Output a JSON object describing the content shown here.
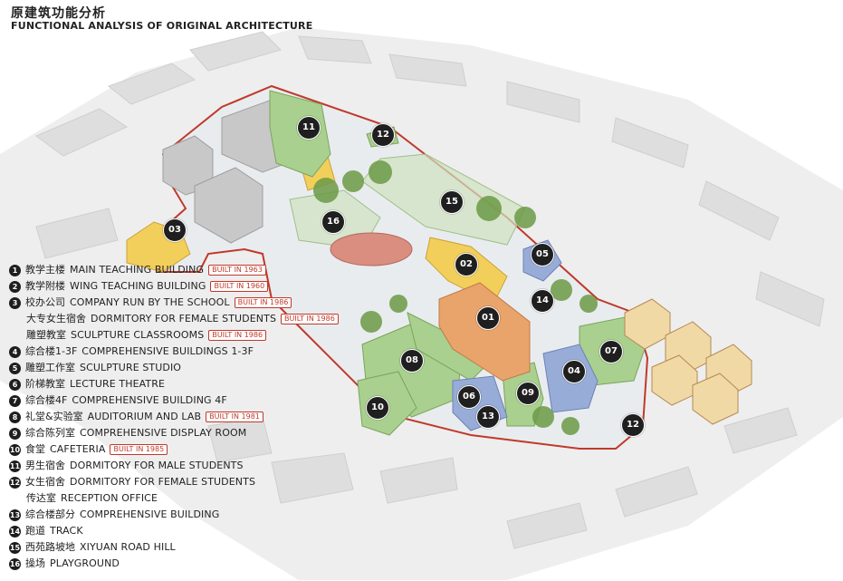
{
  "title_cn": "原建筑功能分析",
  "title_en": "FUNCTIONAL ANALYSIS OF ORIGINAL ARCHITECTURE",
  "legend": [
    {
      "num": "1",
      "cn": "教学主楼",
      "en": "MAIN TEACHING BUILDING",
      "badge": "BUILT IN 1963"
    },
    {
      "num": "2",
      "cn": "教学附楼",
      "en": "WING TEACHING BUILDING",
      "badge": "BUILT IN 1960"
    },
    {
      "num": "3",
      "cn": "校办公司",
      "en": "COMPANY RUN BY THE SCHOOL",
      "badge": "BUILT IN 1986"
    },
    {
      "num": "",
      "cn": "大专女生宿舍",
      "en": "DORMITORY FOR FEMALE STUDENTS",
      "badge": "BUILT IN 1986"
    },
    {
      "num": "",
      "cn": "雕塑教室",
      "en": "SCULPTURE CLASSROOMS",
      "badge": "BUILT IN 1986"
    },
    {
      "num": "4",
      "cn": "综合楼1-3F",
      "en": "COMPREHENSIVE BUILDINGS 1-3F",
      "badge": ""
    },
    {
      "num": "5",
      "cn": "雕塑工作室",
      "en": "SCULPTURE STUDIO",
      "badge": ""
    },
    {
      "num": "6",
      "cn": "阶梯教室",
      "en": "LECTURE THEATRE",
      "badge": ""
    },
    {
      "num": "7",
      "cn": "综合楼4F",
      "en": "COMPREHENSIVE BUILDING 4F",
      "badge": ""
    },
    {
      "num": "8",
      "cn": "礼堂&实验室",
      "en": "AUDITORIUM AND LAB",
      "badge": "BUILT IN 1981"
    },
    {
      "num": "9",
      "cn": "综合陈列室",
      "en": "COMPREHENSIVE DISPLAY ROOM",
      "badge": ""
    },
    {
      "num": "10",
      "cn": "食堂",
      "en": "CAFETERIA",
      "badge": "BUILT IN 1985"
    },
    {
      "num": "11",
      "cn": "男生宿舍",
      "en": "DORMITORY FOR MALE STUDENTS",
      "badge": ""
    },
    {
      "num": "12",
      "cn": "女生宿舍",
      "en": "DORMITORY FOR FEMALE STUDENTS",
      "badge": ""
    },
    {
      "num": "",
      "cn": "传达室",
      "en": "RECEPTION OFFICE",
      "badge": ""
    },
    {
      "num": "13",
      "cn": "综合楼部分",
      "en": "COMPREHENSIVE BUILDING",
      "badge": ""
    },
    {
      "num": "14",
      "cn": "跑道",
      "en": "TRACK",
      "badge": ""
    },
    {
      "num": "15",
      "cn": "西苑路坡地",
      "en": "XIYUAN ROAD HILL",
      "badge": ""
    },
    {
      "num": "16",
      "cn": "操场",
      "en": "PLAYGROUND",
      "badge": ""
    }
  ],
  "markers": [
    "11",
    "12",
    "03",
    "16",
    "15",
    "02",
    "05",
    "14",
    "01",
    "07",
    "04",
    "08",
    "06",
    "09",
    "10",
    "13",
    "12"
  ],
  "colors": {
    "green": "#a9d08e",
    "yellow": "#f2cf5b",
    "orange": "#e9a46b",
    "blue": "#98acd8",
    "boundary": "#c0392b",
    "context": "#e6e6e6"
  }
}
